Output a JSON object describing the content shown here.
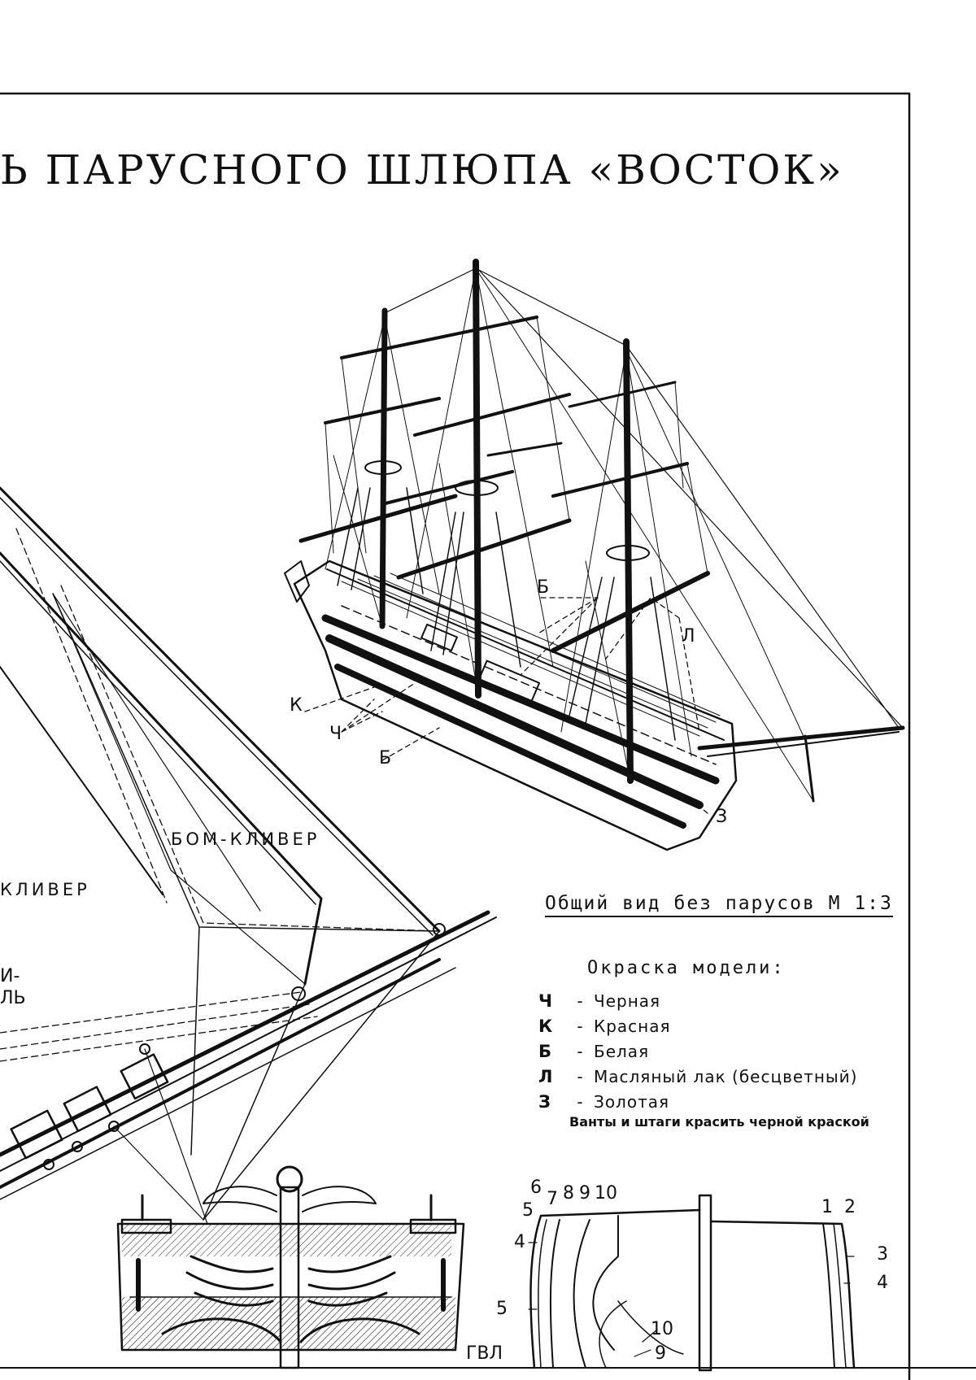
{
  "title": "Ь ПАРУСНОГО ШЛЮПА «ВОСТОК»",
  "sails": {
    "bom_kliver": "БОМ-КЛИВЕР",
    "kliver": "КЛИВЕР",
    "partial_1": "И-",
    "partial_2": "ЛЬ"
  },
  "ship_labels": {
    "b_upper": "Б",
    "l": "Л",
    "k": "К",
    "ch": "Ч",
    "b_lower": "Б",
    "z": "З"
  },
  "caption": "Общий вид без парусов М 1:3",
  "paint": {
    "heading": "Окраска модели:",
    "items": [
      {
        "key": "Ч",
        "dash": "-",
        "value": "Черная"
      },
      {
        "key": "К",
        "dash": "-",
        "value": "Красная"
      },
      {
        "key": "Б",
        "dash": "-",
        "value": "Белая"
      },
      {
        "key": "Л",
        "dash": "-",
        "value": "Масляный лак (бесцветный)"
      },
      {
        "key": "З",
        "dash": "-",
        "value": "Золотая"
      }
    ],
    "note": "Ванты и штаги красить черной краской"
  },
  "section": {
    "left_top": [
      "6",
      "7",
      "8",
      "9",
      "10"
    ],
    "left_5a": "5",
    "left_4": "4",
    "left_5b": "5",
    "label_10": "10",
    "label_9": "9",
    "right_1": "1",
    "right_2": "2",
    "right_3": "3",
    "right_4": "4"
  },
  "waterline": "ГВЛ",
  "colors": {
    "ink": "#111111",
    "paper": "#ffffff"
  }
}
